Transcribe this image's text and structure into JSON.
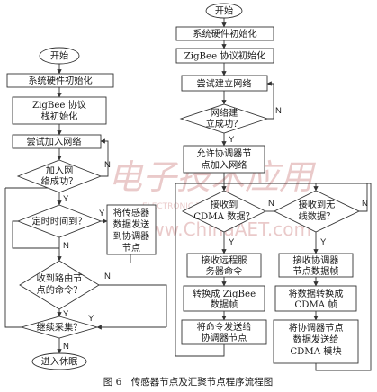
{
  "left_flow": {
    "start": "开始",
    "init_hw": [
      "系统硬件初始化"
    ],
    "init_stack": [
      "ZigBee 协议",
      "栈初始化"
    ],
    "join": [
      "尝试加入网络"
    ],
    "joined_q": [
      "加入网",
      "络成功？"
    ],
    "timer_q": [
      "定时时间到？"
    ],
    "send_data": [
      "将传感器",
      "数据发送",
      "到协调器",
      "节点"
    ],
    "route_q": [
      "收到路由节",
      "点的命令？"
    ],
    "continue_q": [
      "继续采集？"
    ],
    "sleep": "进入休眠"
  },
  "right_flow": {
    "start": "开始",
    "init_hw": [
      "系统硬件初始化"
    ],
    "init_stack": [
      "ZigBee 协议初始化"
    ],
    "build": [
      "尝试建立网络"
    ],
    "built_q": [
      "网络建",
      "立成功？"
    ],
    "allow": [
      "允许协调器节",
      "点加入网络"
    ],
    "cdma_q": [
      "接收到",
      "CDMA 数据？"
    ],
    "wireless_q": [
      "接收到无",
      "线数据？"
    ],
    "recv_cmd": [
      "接收远程服",
      "务器命令"
    ],
    "to_zigbee": [
      "转换成 ZigBee",
      "数据帧"
    ],
    "send_coord": [
      "将命令发送给",
      "协调器节点"
    ],
    "recv_frame": [
      "接收协调器",
      "节点数据帧"
    ],
    "to_cdma": [
      "将数据转换成",
      "CDMA 帧"
    ],
    "send_cdma": [
      "将协调器节点",
      "数据发送给",
      "CDMA 模块"
    ]
  },
  "labels": {
    "yes": "Y",
    "no": "N"
  },
  "watermark": [
    "电子技术应用",
    "ELECTRONIC TECHNIQUE",
    "www.ChinaAET.com"
  ],
  "caption": "图 6　传感器节点及汇聚节点程序流程图"
}
